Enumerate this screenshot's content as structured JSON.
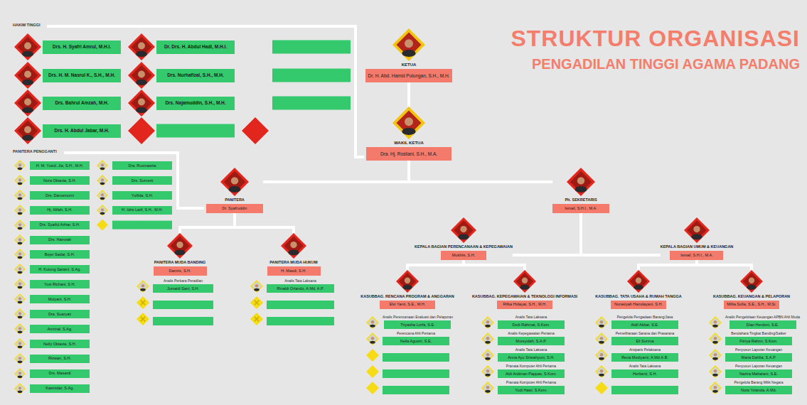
{
  "diagram": {
    "title": "STRUKTUR ORGANISASI",
    "nodes": [
      {
        "text": [
          "Drs. H. Syafri Amrul, M.H.I."
        ]
      },
      {
        "text": [
          "Dr. Drs. H. Abdul Hadi, M.H.I."
        ]
      },
      {
        "text": [
          "Drs. H. M. Nasrul K., S.H., M.H."
        ]
      },
      {
        "text": [
          "Drs. Nurhafizal, S.H., M.H."
        ]
      },
      {
        "text": [
          "Drs. Bahrul Amzah, M.H."
        ]
      },
      {
        "text": [
          "Drs. Najamuddin, S.H., M.H."
        ]
      },
      {
        "text": [
          "Drs. H. Abdul Jabar, M.H."
        ]
      },
      {
        "text": [
          "KETUA",
          "Dr. H. Abd. Hamid Pulungan, S.H., M.H."
        ]
      },
      {
        "text": [
          "WAKIL KETUA",
          "Dra. Hj. Rosliani, S.H., M.A."
        ]
      },
      {
        "text": [
          "H. M. Yusid. Jia, S.H., M.H."
        ]
      },
      {
        "text": [
          "Dra. Rusmawita"
        ]
      },
      {
        "text": [
          "Nora Oktavia, S.H."
        ]
      },
      {
        "text": [
          "Drs. Sumerti"
        ]
      },
      {
        "text": [
          "Drs. Darusmurni"
        ]
      },
      {
        "text": [
          "Yulfida, S.H."
        ]
      },
      {
        "text": [
          "Hj. Alifah, S.H."
        ]
      },
      {
        "text": [
          "H. Idris Latif, S.H., M.H."
        ]
      },
      {
        "text": [
          "Drs. Syaiful Azhar, S.H."
        ]
      },
      {
        "text": [
          "Drs. Hamzah"
        ]
      },
      {
        "text": [
          "Bejer Sadar, S.H."
        ]
      },
      {
        "text": [
          "H. Kutung Saraini, S.Ag."
        ]
      },
      {
        "text": [
          "Yusi Richani, S.H."
        ]
      },
      {
        "text": [
          "Mulyani, S.H."
        ]
      },
      {
        "text": [
          "Dra. Suaryati"
        ]
      },
      {
        "text": [
          "Amrinal, S.Ag."
        ]
      },
      {
        "text": [
          "Nelly Oktavia, S.H."
        ]
      },
      {
        "text": [
          "Rizwan, S.H."
        ]
      },
      {
        "text": [
          "Drs. Masardi"
        ]
      },
      {
        "text": [
          "Kasmidar, S.Ag."
        ]
      },
      {
        "text": [
          "PANITERA",
          "Dr. Syafruddin"
        ]
      },
      {
        "text": [
          "Plt. SEKRETARIS",
          "Ismail, S.H.I., M.A."
        ]
      },
      {
        "text": [
          "KEPALA BAGIAN PERENCANAAN & KEPEGAWAIAN",
          "Mukhlis, S.H."
        ]
      },
      {
        "text": [
          "KEPALA BAGIAN UMUM & KEUANGAN",
          "Ismail, S.H.I., M.A."
        ]
      },
      {
        "text": [
          "PANITERA MUDA BANDING",
          "Damris, S.H."
        ]
      },
      {
        "text": [
          "PANITERA MUDA HUKUM",
          "H. Masdi, S.H."
        ]
      },
      {
        "text": [
          "Analis Perkara Peradilan",
          "Jumaidi Sani, S.H."
        ]
      },
      {
        "text": [
          "Analis Tata Laksana",
          "Rinaldi Orlando, A.Md. A.P."
        ]
      },
      {
        "text": [
          "KASUBBAG. RENCANA PROGRAM & ANGGARAN",
          "Elvi Yanti, S.E., M.H."
        ]
      },
      {
        "text": [
          "KASUBBAG. KEPEGAWAIAN & TEKNOLOGI INFORMASI",
          "Rifka Hidayat, S.H., M.H."
        ]
      },
      {
        "text": [
          "KASUBBAG. TATA USAHA & RUMAH TANGGA",
          "Nurasiyah Hamdayani, S.H."
        ]
      },
      {
        "text": [
          "KASUBBAG. KEUANGAN & PELAPORAN",
          "Millia Sufia, S.E., S.H., M.Si."
        ]
      },
      {
        "text": [
          "Analis Perencanaan Evaluasi dan Pelaporan",
          "Triyasha Lorfa, S.E."
        ]
      },
      {
        "text": [
          "Perencana Ahli Pertama",
          "Nella Agustri, S.E."
        ]
      },
      {
        "text": [
          "Analis Tata Laksana",
          "Dedi Rahmat, S.Kom."
        ]
      },
      {
        "text": [
          "Analis Kepegawaian Pertama",
          "Mursyidah, S.A.P."
        ]
      },
      {
        "text": [
          "Analis Tata Laksana",
          "Anna Ayu Sriwahyuni, S.H."
        ]
      },
      {
        "text": [
          "Pranata Komputer Ahli Pertama",
          "Aldi Ardiman Pappas, S.Kom."
        ]
      },
      {
        "text": [
          "Pranata Komputer Ahli Pertama",
          "Yudi Hawi, S.Kom."
        ]
      },
      {
        "text": [
          "Pengelola Pengadaan Barang/Jasa",
          "Aidil Akbar, S.E."
        ]
      },
      {
        "text": [
          "Pemeliharaan Sarana dan Prasarana",
          "Eli Surima"
        ]
      },
      {
        "text": [
          "Arsiparis Pelaksana",
          "Rena Mediyanti, A.Md.A.B."
        ]
      },
      {
        "text": [
          "Analis Tata Laksana",
          "Herlianti, S.H."
        ]
      },
      {
        "text": [
          "Analis Pengelolaan Keuangan APBN Ahli Muda",
          "Dian Herdoni, S.E."
        ]
      },
      {
        "text": [
          "Bendahara Tingkat Banding/Satker",
          "Fitriya Rahmi, S.Kom."
        ]
      },
      {
        "text": [
          "Penyusun Laporan Keuangan",
          "Maria Dahlia, S.A.P."
        ]
      },
      {
        "text": [
          "Penyusun Laporan Keuangan",
          "Nazira Maharani, S.E."
        ]
      },
      {
        "text": [
          "Pengelola Barang Milik Negara",
          "Nora Yolanda, A.Md."
        ]
      }
    ],
    "edges": [
      {
        "from": 7,
        "to": 8,
        "arrow": "none"
      },
      {
        "from": 8,
        "to": 29,
        "arrow": "none"
      },
      {
        "from": 8,
        "to": 30,
        "arrow": "none"
      },
      {
        "from": 29,
        "to": 33,
        "arrow": "none"
      },
      {
        "from": 29,
        "to": 34,
        "arrow": "none"
      },
      {
        "from": 30,
        "to": 31,
        "arrow": "none"
      },
      {
        "from": 30,
        "to": 32,
        "arrow": "none"
      },
      {
        "from": 31,
        "to": 37,
        "arrow": "none"
      },
      {
        "from": 31,
        "to": 38,
        "arrow": "none"
      },
      {
        "from": 32,
        "to": 39,
        "arrow": "none"
      },
      {
        "from": 32,
        "to": 40,
        "arrow": "none"
      }
    ],
    "labels": [
      "PENGADILAN TINGGI AGAMA PADANG",
      "HAKIM TINGGI",
      "PANITERA PENGGANTI"
    ]
  }
}
